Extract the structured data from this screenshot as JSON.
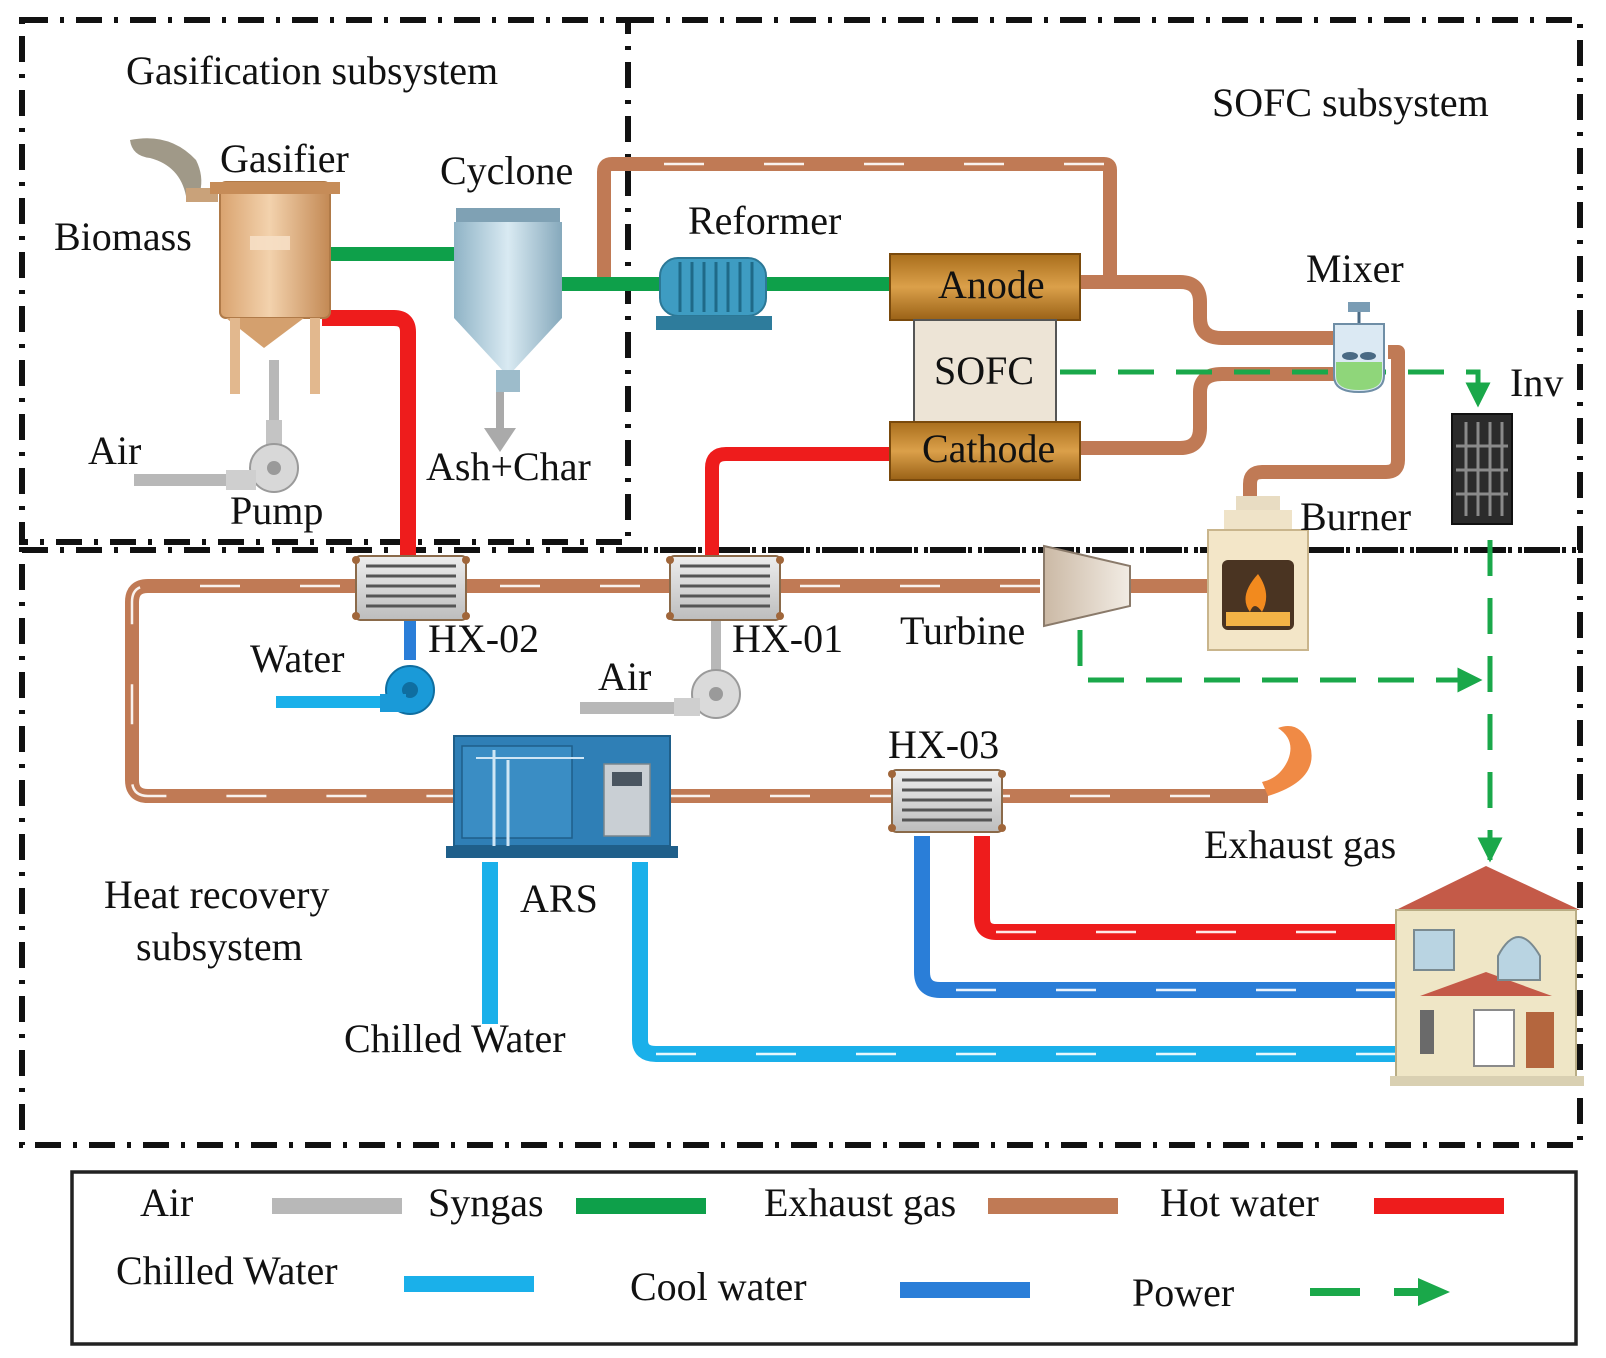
{
  "subsystems": {
    "gasification": "Gasification subsystem",
    "sofc": "SOFC subsystem",
    "heat_recovery_1": "Heat recovery",
    "heat_recovery_2": "subsystem"
  },
  "components": {
    "gasifier": "Gasifier",
    "biomass": "Biomass",
    "cyclone": "Cyclone",
    "reformer": "Reformer",
    "anode": "Anode",
    "sofc": "SOFC",
    "cathode": "Cathode",
    "mixer": "Mixer",
    "inverter": "Inv",
    "burner": "Burner",
    "ash_char": "Ash+Char",
    "air_gasifier": "Air",
    "pump": "Pump",
    "hx02": "HX-02",
    "hx01": "HX-01",
    "water": "Water",
    "air_hx01": "Air",
    "turbine": "Turbine",
    "hx03": "HX-03",
    "exhaust_gas": "Exhaust gas",
    "ars": "ARS",
    "chilled_water": "Chilled Water"
  },
  "legend": {
    "items": [
      {
        "key": "air",
        "label": "Air",
        "color": "#b8b8b8",
        "style": "solid"
      },
      {
        "key": "syngas",
        "label": "Syngas",
        "color": "#0ea04a",
        "style": "solid"
      },
      {
        "key": "exhaust",
        "label": "Exhaust gas",
        "color": "#c07a55",
        "style": "solid"
      },
      {
        "key": "hot_water",
        "label": "Hot water",
        "color": "#ee1c1c",
        "style": "solid"
      },
      {
        "key": "chilled_water",
        "label": "Chilled Water",
        "color": "#1ab0ea",
        "style": "solid"
      },
      {
        "key": "cool_water",
        "label": "Cool water",
        "color": "#2a7ed8",
        "style": "solid"
      },
      {
        "key": "power",
        "label": "Power",
        "color": "#1aa84a",
        "style": "dashed-arrow"
      }
    ]
  },
  "colors": {
    "air": "#b8b8b8",
    "syngas": "#0ea04a",
    "exhaust": "#c07a55",
    "hot_water": "#ee1c1c",
    "chilled_water": "#1ab0ea",
    "cool_water": "#2a7ed8",
    "power": "#1aa84a",
    "electrode": "#c8892a",
    "sofc_core": "#ede4d6"
  }
}
